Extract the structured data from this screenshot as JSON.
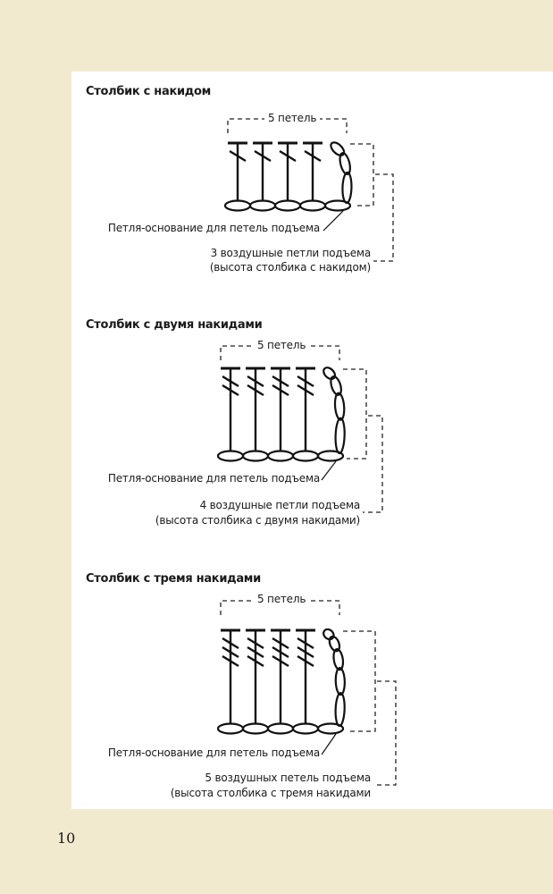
{
  "page_number": "10",
  "sections": [
    {
      "title": "Столбик с накидом",
      "count_label": "5 петель",
      "base_label": "Петля-основание для петель подъема",
      "chain_label_1": "3 воздушные петли подъема",
      "chain_label_2": "(высота столбика с накидом)",
      "yarn_overs": 1,
      "turning_chains": 3,
      "stitches": 4
    },
    {
      "title": "Столбик с двумя накидами",
      "count_label": "5 петель",
      "base_label": "Петля-основание для петель подъема",
      "chain_label_1": "4 воздушные петли подъема",
      "chain_label_2": "(высота столбика с двумя накидами)",
      "yarn_overs": 2,
      "turning_chains": 4,
      "stitches": 4
    },
    {
      "title": "Столбик с тремя накидами",
      "count_label": "5 петель",
      "base_label": "Петля-основание для петель подъема",
      "chain_label_1": "5 воздушных петель подъема",
      "chain_label_2": "(высота столбика с тремя накидами",
      "yarn_overs": 3,
      "turning_chains": 5,
      "stitches": 4
    }
  ]
}
